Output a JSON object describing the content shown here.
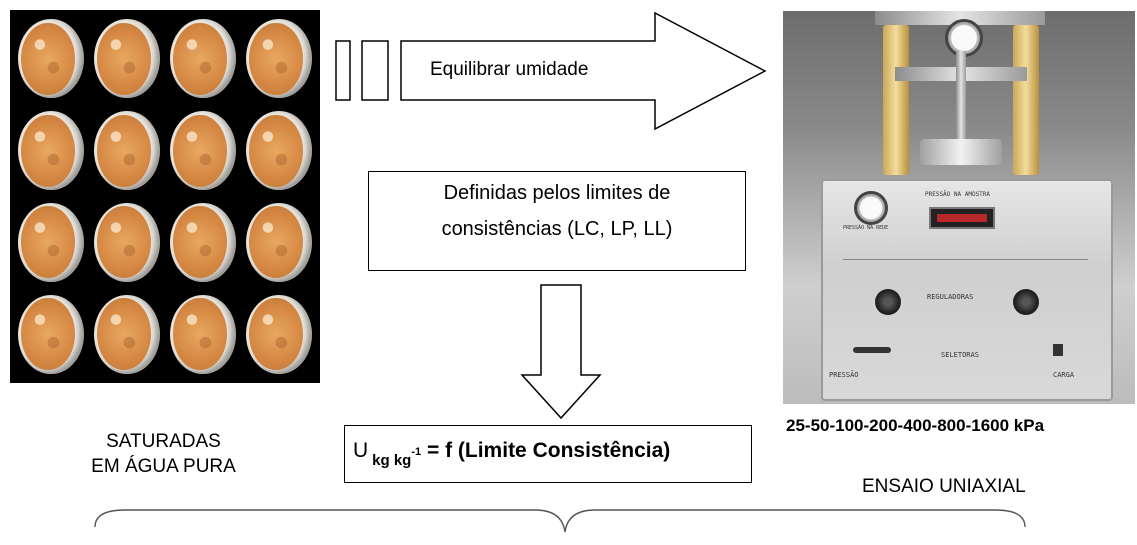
{
  "arrow_label": "Equilibrar umidade",
  "consistency_box": {
    "line1": "Definidas pelos limites de",
    "line2": "consistências (LC, LP, LL)"
  },
  "formula": {
    "lhs": "U",
    "subscript": "kg kg",
    "superscript": "-1",
    "rhs": " = f (Limite Consistência)"
  },
  "left_caption": {
    "line1": "SATURADAS",
    "line2": "EM ÁGUA PURA"
  },
  "pressures": "25-50-100-200-400-800-1600 kPa",
  "right_caption": "ENSAIO UNIAXIAL",
  "machine_labels": {
    "pressao_na_amostra": "PRESSÃO NA AMOSTRA",
    "pressao_na_rede": "PRESSÃO NA REDE",
    "reguladoras": "REGULADORAS",
    "seletoras": "SELETORAS",
    "pressao": "PRESSÃO",
    "carga": "CARGA"
  },
  "colors": {
    "sample": "#d68a45",
    "brass": "#d9b96a",
    "line": "#000000"
  }
}
